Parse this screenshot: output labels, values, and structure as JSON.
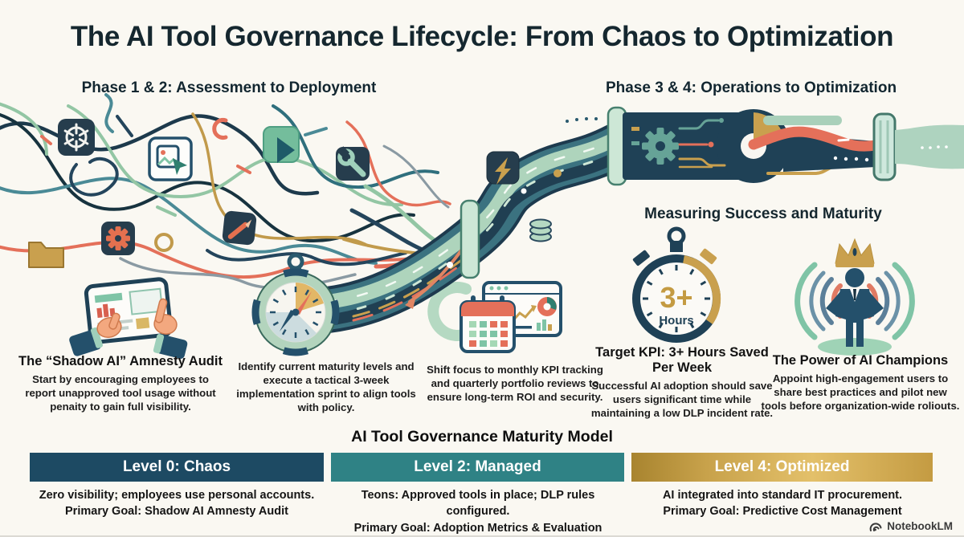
{
  "title": "The AI Tool Governance Lifecycle: From Chaos to Optimization",
  "phase_left": {
    "label": "Phase 1 & 2: Assessment to Deployment"
  },
  "phase_right": {
    "label": "Phase 3 & 4: Operations to Optimization"
  },
  "sections": {
    "measuring": "Measuring Success and Maturity",
    "maturity_title": "AI Tool Governance Maturity Model"
  },
  "features": {
    "amnesty": {
      "heading": "The “Shadow AI” Amnesty Audit",
      "body": "Start by encouraging employees to report unapproved tool usage without penaity to gain full visibility."
    },
    "sprint": {
      "body": "Identify current maturity levels and execute a tactical 3-week implementation sprint to align tools with policy."
    },
    "kpi_shift": {
      "body": "Shift focus to monthly KPI tracking and quarterly portfolio reviews to ensure long-term ROI and security."
    },
    "target_kpi": {
      "heading": "Target KPI: 3+ Hours Saved Per Week",
      "body": "Successful AI adoption should save users significant time while maintaining a low DLP incident rate."
    },
    "champions": {
      "heading": "The Power of AI Champions",
      "body": "Appoint high-engagement users to share best practices and pilot new tools before organization-wide roliouts."
    }
  },
  "stopwatch": {
    "value": "3+",
    "unit": "Hours"
  },
  "maturity": {
    "levels": [
      {
        "label": "Level 0: Chaos",
        "bg": "#1d4a63",
        "line1": "Zero visibility; employees use personal accounts.",
        "line2": "Primary Goal: Shadow AI Amnesty Audit"
      },
      {
        "label": "Level 2: Managed",
        "bg": "#2f8285",
        "line1": "Teons: Approved tools in place; DLP rules configured.",
        "line2": "Primary Goal: Adoption Metrics & Evaluation"
      },
      {
        "label": "Level 4: Optimized",
        "bg": "linear-gradient(90deg,#a8842f 0%,#c8a24b 25%,#e3c06a 60%,#c49b42 100%)",
        "line1": "AI integrated into standard IT procurement.",
        "line2": "Primary Goal: Predictive Cost Management"
      }
    ]
  },
  "branding": {
    "name": "NotebookLM"
  },
  "icons": {
    "openai-knot": "white knot in navy square",
    "image-frame": "picture with cursor",
    "play": "triangle in green square",
    "gear": "coral gear in navy square",
    "pencil": "coral pencil in navy square",
    "wrench": "mint wrench in navy square",
    "lightning": "gold bolt in navy square",
    "folder": "gold folder",
    "tablet-hands": "hands holding audit tablet",
    "compass": "maturity compass gauge",
    "calendar-dashboard": "calendar with KPI dashboard",
    "stopwatch-3plus": "stopwatch reading 3+ hours",
    "ai-champion": "crowned figure with signal arcs",
    "database-stack": "mint disc stack on pipe",
    "notebooklm-logo": "swirl mark"
  },
  "palette": {
    "navy": "#1f4156",
    "teal": "#2f8285",
    "mint": "#aed4bc",
    "coral": "#e4705a",
    "gold": "#c9a04e",
    "background": "#faf8f2",
    "ink": "#15272f"
  }
}
